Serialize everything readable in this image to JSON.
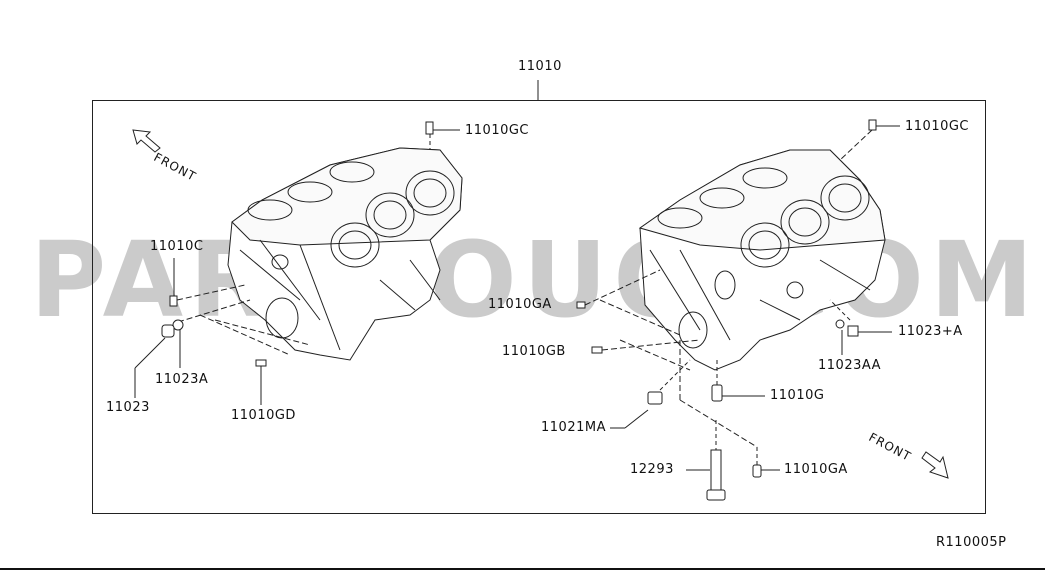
{
  "diagram": {
    "assembly_label": "11010",
    "reference_code": "R110005P",
    "watermark": "PARTSOUQ.COM",
    "front_label_left": "FRONT",
    "front_label_right": "FRONT",
    "callouts": {
      "left_11010GC": "11010GC",
      "left_11010C": "11010C",
      "left_11023A": "11023A",
      "left_11023": "11023",
      "left_11010GD": "11010GD",
      "right_11010GC": "11010GC",
      "right_11010GA_top": "11010GA",
      "right_11010GB": "11010GB",
      "right_11023A_plus": "11023+A",
      "right_11023AA": "11023AA",
      "right_11010G": "11010G",
      "right_11021MA": "11021MA",
      "right_12293": "12293",
      "right_11010GA_bottom": "11010GA"
    }
  }
}
